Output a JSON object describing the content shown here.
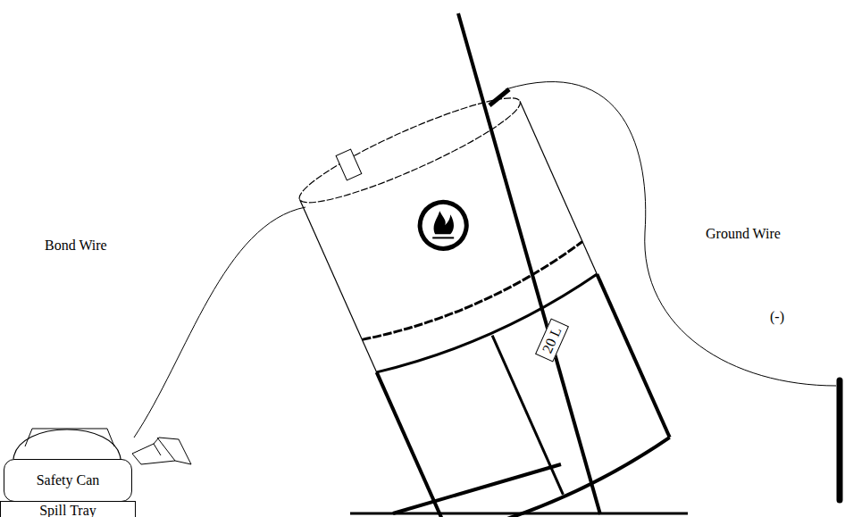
{
  "diagram": {
    "nodes": [
      {
        "text": [
          "Safety Can"
        ]
      },
      {
        "text": [
          "Spill Tray"
        ]
      },
      {
        "text": [
          "20 L"
        ]
      }
    ],
    "labels": [
      "Bond Wire",
      "Ground Wire",
      "(-)"
    ]
  }
}
